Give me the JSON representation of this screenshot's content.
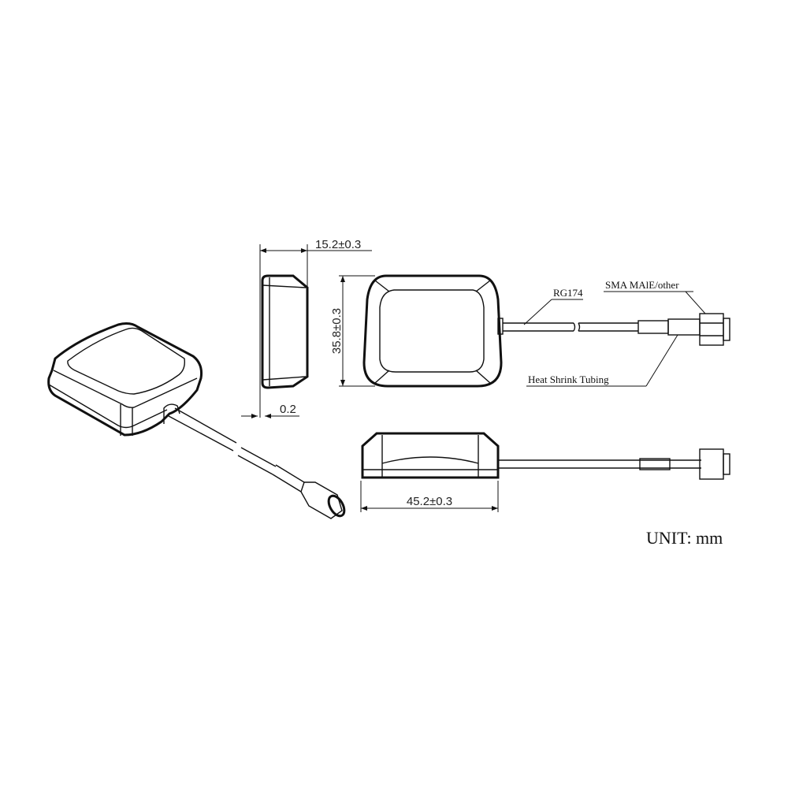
{
  "dimensions": {
    "height": "15.2±0.3",
    "base_offset": "0.2",
    "width": "35.8±0.3",
    "length": "45.2±0.3"
  },
  "labels": {
    "cable": "RG174",
    "connector": "SMA MAlE/other",
    "sleeve": "Heat Shrink Tubing"
  },
  "unit": "UNIT: mm"
}
